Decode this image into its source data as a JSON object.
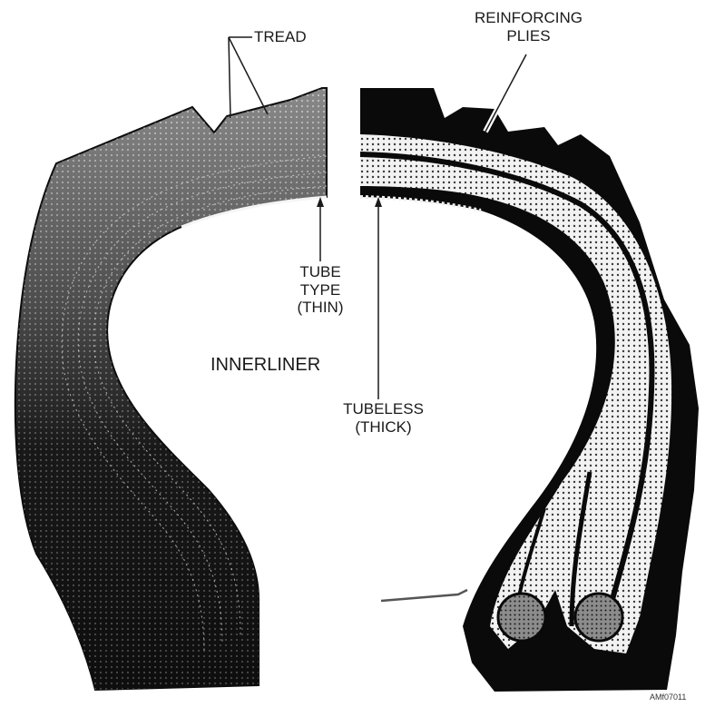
{
  "labels": {
    "tread": "TREAD",
    "reinforcing_line1": "REINFORCING",
    "reinforcing_line2": "PLIES",
    "tube_type_line1": "TUBE",
    "tube_type_line2": "TYPE",
    "tube_type_line3": "(THIN)",
    "innerliner": "INNERLINER",
    "tubeless_line1": "TUBELESS",
    "tubeless_line2": "(THICK)",
    "figure_id": "AMf07011"
  },
  "colors": {
    "ink": "#0a0a0a",
    "ply_light": "#e9e9e9",
    "tread_grey": "#7a7a7a"
  }
}
